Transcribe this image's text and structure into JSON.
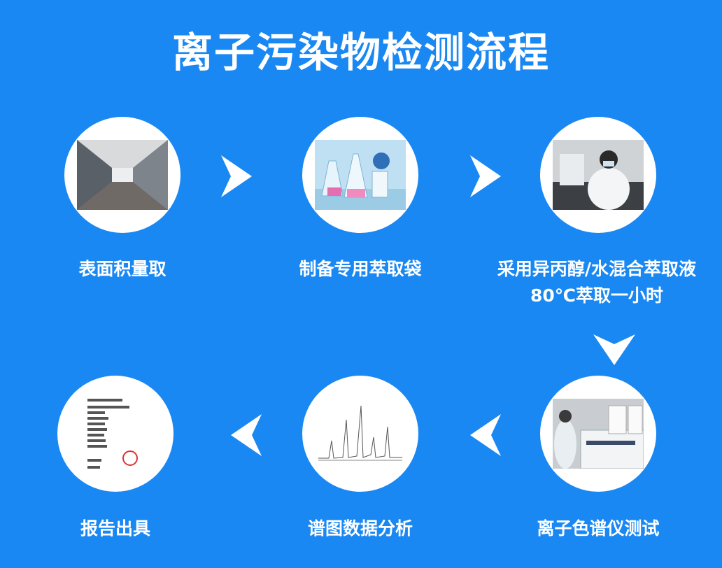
{
  "title": "离子污染物检测流程",
  "steps": [
    {
      "label": "表面积量取",
      "image": "office-corridor-photo"
    },
    {
      "label": "制备专用萃取袋",
      "image": "lab-glassware-photo"
    },
    {
      "label": "采用异丙醇/水混合萃取液80℃萃取一小时",
      "image": "lab-technician-photo"
    },
    {
      "label": "离子色谱仪测试",
      "image": "ion-chromatograph-photo"
    },
    {
      "label": "谱图数据分析",
      "image": "chromatogram-chart"
    },
    {
      "label": "报告出具",
      "image": "test-report-document"
    }
  ],
  "colors": {
    "background": "#1a88f3",
    "foreground": "#ffffff"
  }
}
